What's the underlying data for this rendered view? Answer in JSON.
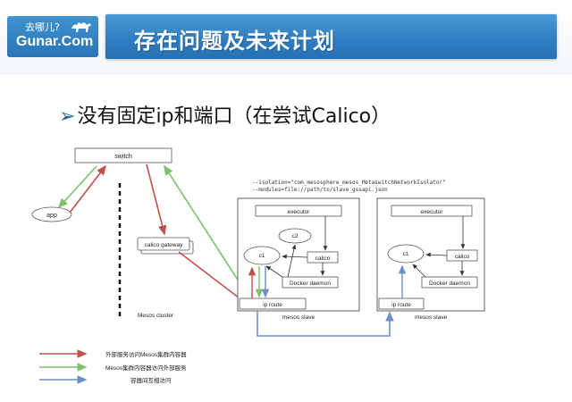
{
  "header": {
    "logo_cn": "去哪儿?",
    "logo_en": "Gunar.Com",
    "title": "存在问题及未来计划"
  },
  "bullet": {
    "text": "没有固定ip和端口（在尝试Calico）"
  },
  "diagram": {
    "switch": "switch",
    "app": "app",
    "calico_gateway": "calico gateway",
    "mesos_cluster": "Mesos cluster",
    "config_line1": "--isolation=\"com_mesosphere_mesos_MetaswitchNetworkIsolator\"",
    "config_line2": "--modules=file://path/to/slave_gssapi.json",
    "slave1": {
      "executor": "executor",
      "c1": "c1",
      "c2": "c2",
      "calico": "calico",
      "docker": "Docker daemon",
      "ip_route": "ip route",
      "label": "mesos slave"
    },
    "slave2": {
      "executor": "executor",
      "c1": "c1",
      "calico": "calico",
      "docker": "Docker daemon",
      "ip_route": "ip route",
      "label": "mesos slave"
    }
  },
  "legend": [
    {
      "text": "外部服务访问Mesos集群内容器",
      "color": "#c0504d"
    },
    {
      "text": "Mesos集群内容器访问外部服务",
      "color": "#7cc06a"
    },
    {
      "text": "容器间互相访问",
      "color": "#6b8fc6"
    }
  ],
  "colors": {
    "header_blue": "#2f7fc2",
    "red": "#c0504d",
    "green": "#7cc06a",
    "blue": "#6b8fc6"
  }
}
